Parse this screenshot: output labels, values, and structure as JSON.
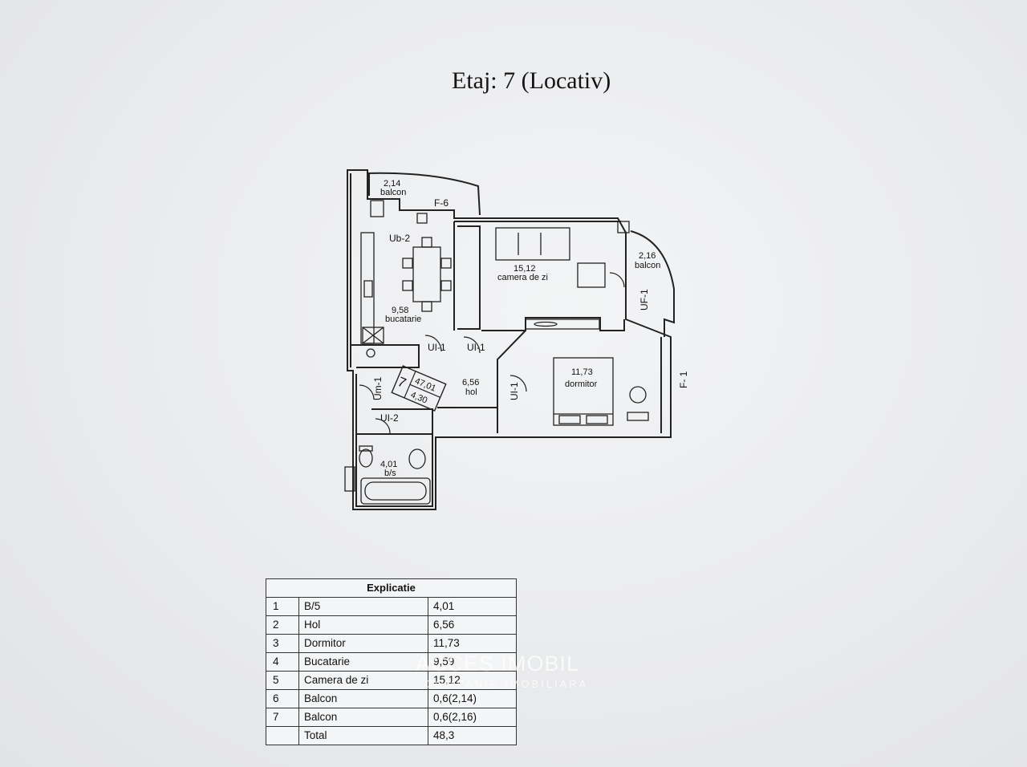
{
  "title": "Etaj: 7 (Locativ)",
  "plan": {
    "rooms": {
      "balcony_top": {
        "area": "2,14",
        "name": "balcon"
      },
      "balcony_right": {
        "area": "2,16",
        "name": "balcon"
      },
      "living": {
        "area": "15,12",
        "name": "camera de zi"
      },
      "kitchen": {
        "area": "9,58",
        "name": "bucatarie"
      },
      "hall": {
        "area": "6,56",
        "name": "hol"
      },
      "bedroom": {
        "area": "11,73",
        "name": "dormitor"
      },
      "bathroom": {
        "area": "4,01",
        "name": "b/s"
      }
    },
    "tags": {
      "f6": "F-6",
      "f1": "F- 1",
      "ub2": "Ub-2",
      "uf1": "UF-1",
      "ui1_a": "UI-1",
      "ui1_b": "UI-1",
      "ui1_c": "UI-1",
      "um1": "Um-1",
      "ui2": "UI-2"
    },
    "stamp": {
      "number": "7",
      "total": "47,01",
      "height": "4,30"
    }
  },
  "legend": {
    "header": "Explicatie",
    "rows": [
      {
        "num": "1",
        "name": "B/5",
        "value": "4,01"
      },
      {
        "num": "2",
        "name": "Hol",
        "value": "6,56"
      },
      {
        "num": "3",
        "name": "Dormitor",
        "value": "11,73"
      },
      {
        "num": "4",
        "name": "Bucatarie",
        "value": "9,59"
      },
      {
        "num": "5",
        "name": "Camera de zi",
        "value": "15,12"
      },
      {
        "num": "6",
        "name": "Balcon",
        "value": "0,6(2,14)"
      },
      {
        "num": "7",
        "name": "Balcon",
        "value": "0,6(2,16)"
      },
      {
        "num": "",
        "name": "Total",
        "value": "48,3"
      }
    ]
  },
  "watermark": {
    "title": "ACCES IMOBIL",
    "subtitle": "COMPANIE IMOBILIARA"
  }
}
